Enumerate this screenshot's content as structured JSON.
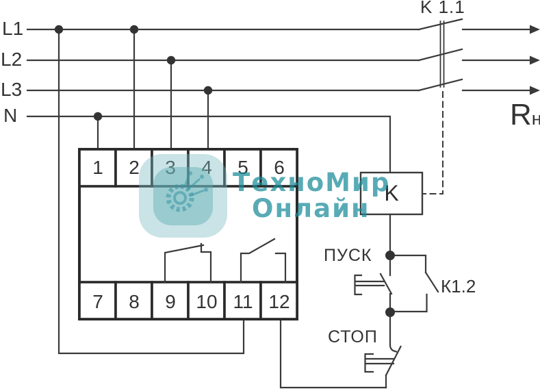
{
  "diagram": {
    "line_labels": {
      "l1": "L1",
      "l2": "L2",
      "l3": "L3",
      "n": "N"
    },
    "contactor": {
      "main_contacts_label": "K 1.1",
      "aux_contact_label": "К1.2",
      "coil_label": "K"
    },
    "load": {
      "symbol": "R",
      "subscript": "н"
    },
    "buttons": {
      "start": "ПУСК",
      "stop": "СТОП"
    },
    "device": {
      "top_terminals": [
        "1",
        "2",
        "3",
        "4",
        "5",
        "6"
      ],
      "bottom_terminals": [
        "7",
        "8",
        "9",
        "10",
        "11",
        "12"
      ]
    },
    "watermark": {
      "line1": "ТехноМир",
      "line2": "Онлайн"
    },
    "colors": {
      "line": "#3a3a3a",
      "terminal_border": "#2a2a2a",
      "watermark_teal": "#1f93a3"
    }
  }
}
